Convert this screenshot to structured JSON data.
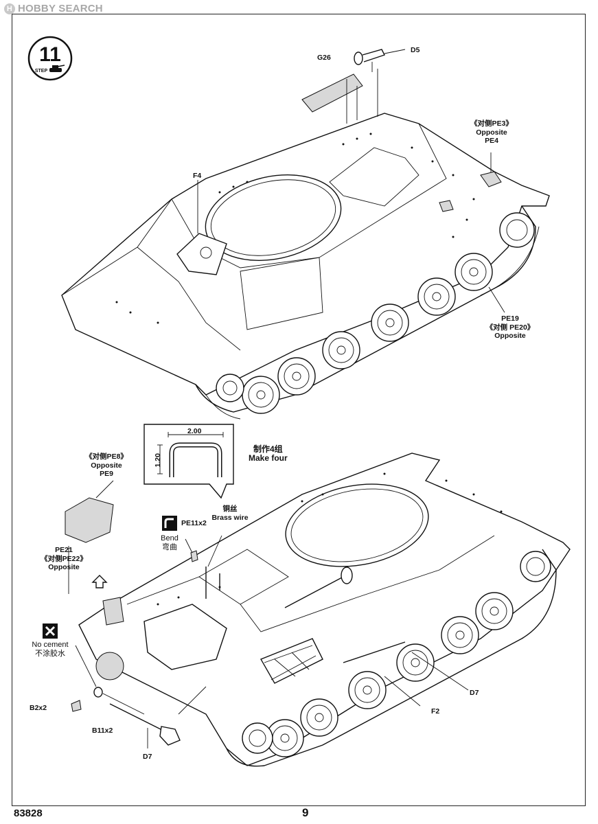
{
  "watermark": {
    "text": "HOBBY SEARCH",
    "icon": "hobby-search-logo-icon"
  },
  "step": {
    "number": "11",
    "label": "STEP"
  },
  "top_labels": {
    "g26": "G26",
    "d5": "D5",
    "f4": "F4",
    "pe3_line1": "《对侧PE3》",
    "pe3_line2": "Opposite",
    "pe3_line3": "PE4",
    "pe19_line1": "PE19",
    "pe19_line2": "《对侧 PE20》",
    "pe19_line3": "Opposite"
  },
  "detail_box": {
    "width": "2.00",
    "height": "1.20"
  },
  "make_four": {
    "cn": "制作4组",
    "en": "Make four"
  },
  "bottom_labels": {
    "pe8_line1": "《对侧PE8》",
    "pe8_line2": "Opposite",
    "pe8_line3": "PE9",
    "pe21_line1": "PE21",
    "pe21_line2": "《对侧PE22》",
    "pe21_line3": "Opposite",
    "brass_cn": "铜丝",
    "brass_en": "Brass wire",
    "pe11": "PE11x2",
    "bend_en": "Bend",
    "bend_cn": "弯曲",
    "no_cement_en": "No cement",
    "no_cement_cn": "不涂胶水",
    "b2": "B2x2",
    "b11": "B11x2",
    "d7_left": "D7",
    "d7_right": "D7",
    "f2": "F2"
  },
  "footer": {
    "code": "83828",
    "page": "9"
  },
  "icons": [
    "step-tank-icon",
    "bend-icon",
    "no-cement-icon",
    "arrow-icon"
  ]
}
